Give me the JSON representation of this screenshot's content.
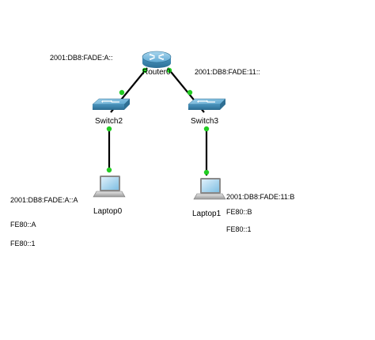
{
  "topology": {
    "devices": {
      "router": {
        "name": "Router0",
        "type": "router",
        "icon": "router-icon"
      },
      "switch2": {
        "name": "Switch2",
        "type": "switch",
        "icon": "switch-icon"
      },
      "switch3": {
        "name": "Switch3",
        "type": "switch",
        "icon": "switch-icon"
      },
      "laptop0": {
        "name": "Laptop0",
        "type": "laptop",
        "icon": "laptop-icon"
      },
      "laptop1": {
        "name": "Laptop1",
        "type": "laptop",
        "icon": "laptop-icon"
      }
    },
    "links": [
      {
        "from": "router",
        "to": "switch2"
      },
      {
        "from": "router",
        "to": "switch3"
      },
      {
        "from": "switch2",
        "to": "laptop0"
      },
      {
        "from": "switch3",
        "to": "laptop1"
      }
    ],
    "notes": {
      "net_left": "2001:DB8:FADE:A::",
      "net_right": "2001:DB8:FADE:11::",
      "laptop0_global": "2001:DB8:FADE:A::A",
      "laptop0_linklocal": "FE80::A",
      "laptop0_gateway": "FE80::1",
      "laptop1_global": "2001:DB8:FADE:11:B",
      "laptop1_linklocal": "FE80::B",
      "laptop1_gateway": "FE80::1"
    },
    "colors": {
      "link": "#000000",
      "link_up": "#22cc22",
      "router_body": "#3d8fb8",
      "switch_body": "#3a8bb3",
      "laptop_screen": "#5aa6d6"
    }
  }
}
